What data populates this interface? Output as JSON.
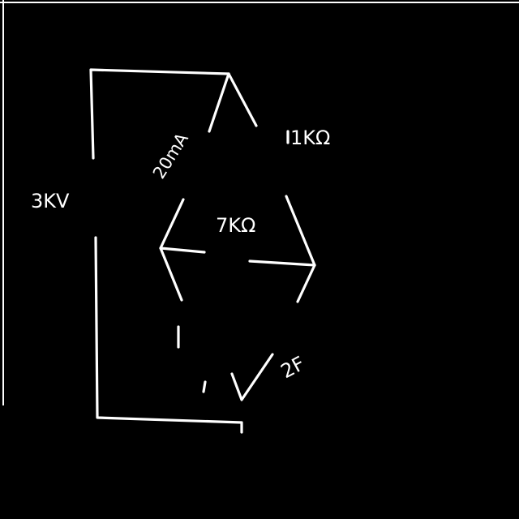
{
  "diagram": {
    "labels": {
      "source_voltage": "3KV",
      "current_top_left": "20mA",
      "resistor_top_right": "1KΩ",
      "resistor_middle": "7KΩ",
      "component_bottom_right": "2F"
    },
    "colors": {
      "background": "#000000",
      "ink": "#ffffff"
    }
  }
}
